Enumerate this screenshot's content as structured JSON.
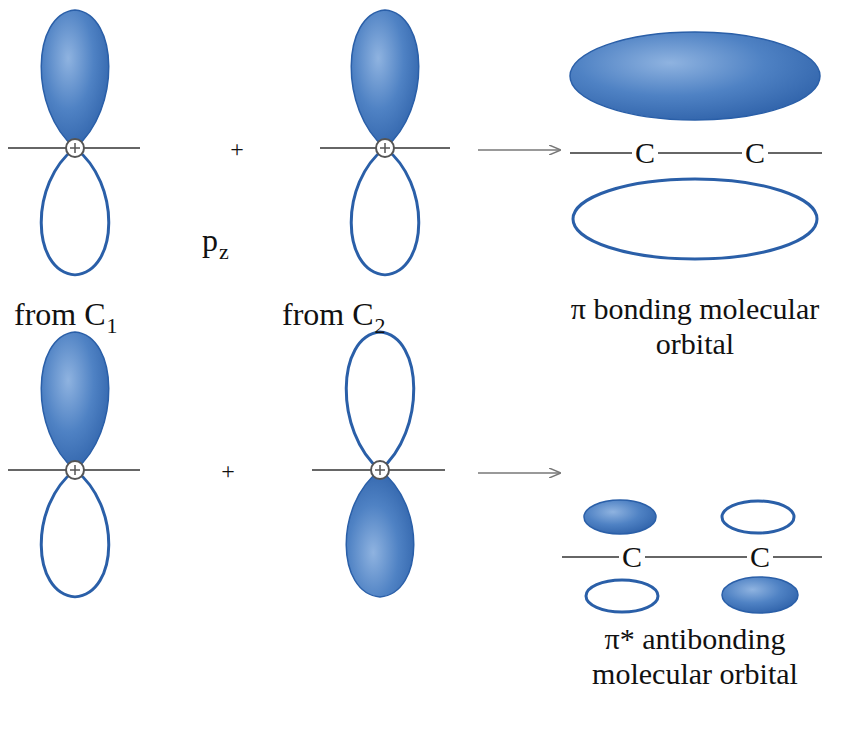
{
  "diagram": {
    "labels": [
      "+",
      "p",
      "z",
      "from C",
      "1",
      "from C",
      "2",
      "C",
      "C",
      "π bonding molecular orbital",
      "+",
      "C",
      "C",
      "π* antibonding molecular orbital"
    ]
  }
}
